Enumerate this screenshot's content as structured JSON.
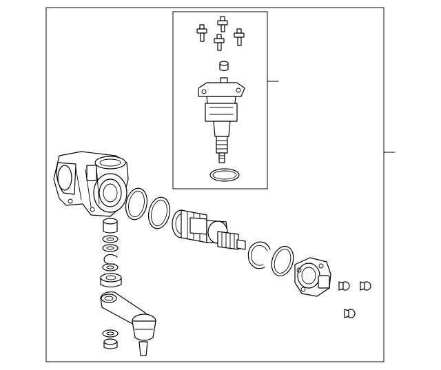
{
  "diagram": {
    "colors": {
      "line": "#000000",
      "background": "#ffffff",
      "shade": "#d9d9d9"
    },
    "parts": [
      "steering-gear-housing",
      "valve-assembly",
      "mounting-bolt",
      "o-ring",
      "seal",
      "piston-rack",
      "snap-ring",
      "end-cover",
      "pitman-arm",
      "ball-joint",
      "nut",
      "washer",
      "bushing"
    ]
  }
}
